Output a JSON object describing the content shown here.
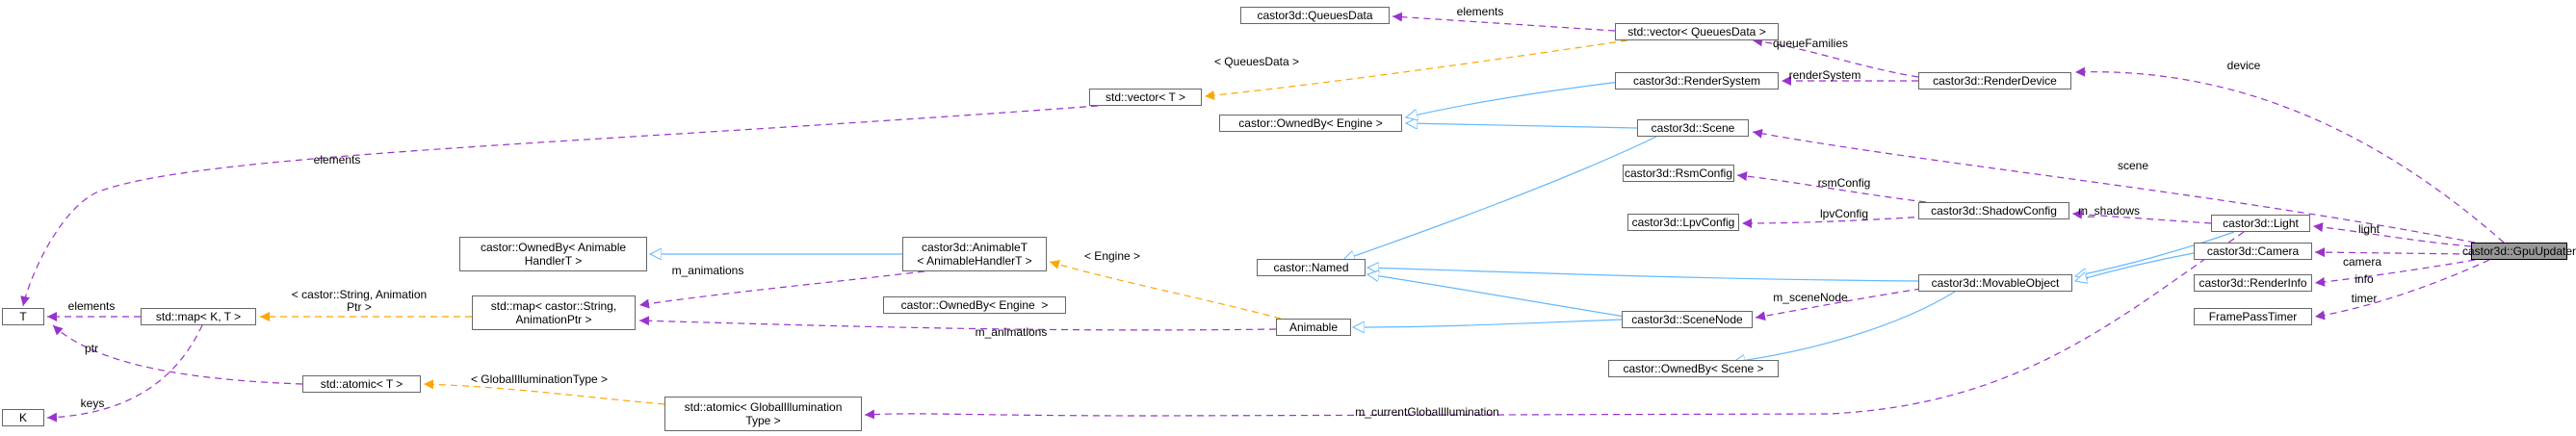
{
  "colors": {
    "inherit": "#63b8ff",
    "use": "#9a32cd",
    "template": "#ffa500",
    "focus_fill": "#999999"
  },
  "nodes": {
    "gpuupdater": "castor3d::GpuUpdater",
    "light": "castor3d::Light",
    "camera": "castor3d::Camera",
    "renderinfo": "castor3d::RenderInfo",
    "framepasstimer": "FramePassTimer",
    "renderdevice": "castor3d::RenderDevice",
    "vector_queuesdata": "std::vector< QueuesData >",
    "queuesdata": "castor3d::QueuesData",
    "rendersystem": "castor3d::RenderSystem",
    "scene": "castor3d::Scene",
    "ownedby_engine_1": "castor::OwnedBy< Engine >",
    "vector_t": "std::vector< T >",
    "rsmconfig": "castor3d::RsmConfig",
    "lpvconfig": "castor3d::LpvConfig",
    "shadowconfig": "castor3d::ShadowConfig",
    "named": "castor::Named",
    "movableobject": "castor3d::MovableObject",
    "scenenode": "castor3d::SceneNode",
    "ownedby_scene": "castor::OwnedBy< Scene >",
    "animable": "Animable",
    "ownedby_engine_2": "castor::OwnedBy< Engine  >",
    "animablet": "castor3d::AnimableT\n< AnimableHandlerT >",
    "ownedby_animablehandler": "castor::OwnedBy< Animable\nHandlerT >",
    "map_string_animationptr": "std::map< castor::String,\nAnimationPtr >",
    "map_k_t": "std::map< K, T >",
    "atomic_t": "std::atomic< T >",
    "atomic_gi": "std::atomic< GlobalIllumination\nType >",
    "T": "T",
    "K": "K"
  },
  "edge_labels": {
    "device": "device",
    "scene": "scene",
    "light": "light",
    "camera": "camera",
    "info": "info",
    "timer": "timer",
    "m_shadows": "m_shadows",
    "rsmConfig": "rsmConfig",
    "lpvConfig": "lpvConfig",
    "m_sceneNode": "m_sceneNode",
    "m_currentGlobalIllumination": "m_currentGlobalIllumination",
    "elements_queues": "elements",
    "queueFamilies": "queueFamilies",
    "renderSystem": "renderSystem",
    "queuesdata_tmpl": "< QueuesData >",
    "elements_vector": "elements",
    "m_animations_1": "m_animations",
    "m_animations_2": "m_animations",
    "engine_tmpl": "< Engine >",
    "string_animptr_tmpl": "< castor::String, Animation\nPtr >",
    "elements_map": "elements",
    "ptr": "ptr",
    "keys": "keys",
    "gi_tmpl": "< GlobalIlluminationType >"
  }
}
